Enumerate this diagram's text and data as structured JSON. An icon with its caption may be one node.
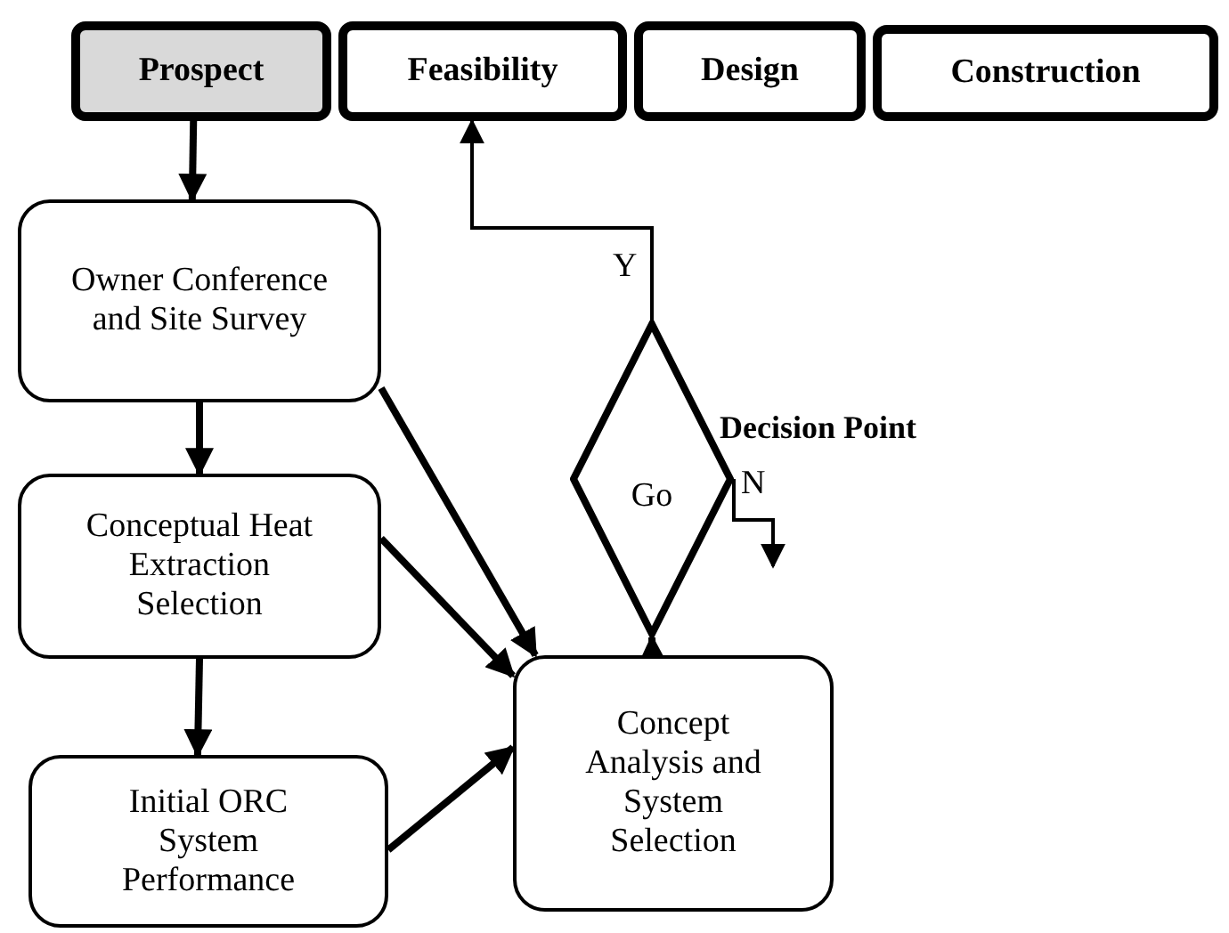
{
  "diagram": {
    "nodes": [
      {
        "text": [
          "Prospect"
        ]
      },
      {
        "text": [
          "Feasibility"
        ]
      },
      {
        "text": [
          "Design"
        ]
      },
      {
        "text": [
          "Construction"
        ]
      },
      {
        "text": [
          "Owner Conference and Site Survey"
        ]
      },
      {
        "text": [
          "Conceptual Heat Extraction Selection"
        ]
      },
      {
        "text": [
          "Initial ORC System Performance"
        ]
      },
      {
        "text": [
          "Concept Analysis and System Selection"
        ]
      },
      {
        "text": [
          "Go"
        ],
        "beside": [
          "Decision Point"
        ]
      }
    ],
    "edges": [
      {
        "from": 0,
        "to": 4,
        "arrow": "to"
      },
      {
        "from": 4,
        "to": 5,
        "arrow": "to"
      },
      {
        "from": 5,
        "to": 6,
        "arrow": "to"
      },
      {
        "from": 4,
        "to": 7,
        "arrow": "to"
      },
      {
        "from": 5,
        "to": 7,
        "arrow": "to"
      },
      {
        "from": 6,
        "to": 7,
        "arrow": "to"
      },
      {
        "from": 7,
        "to": 8,
        "arrow": "to"
      },
      {
        "from": 8,
        "to": 1,
        "arrow": "to",
        "label": "Y"
      },
      {
        "from": 8,
        "to": null,
        "arrow": "to",
        "label": "N"
      }
    ]
  }
}
